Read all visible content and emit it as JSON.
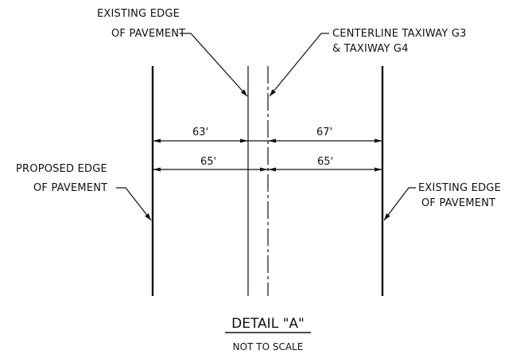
{
  "labels": {
    "existing_edge_top_line1": "EXISTING EDGE",
    "existing_edge_top_line2": "OF PAVEMENT",
    "centerline_line1": "CENTERLINE TAXIWAY G3",
    "centerline_line2": "& TAXIWAY G4",
    "proposed_edge_line1": "PROPOSED EDGE",
    "proposed_edge_line2": "OF PAVEMENT",
    "existing_edge_right_line1": "EXISTING EDGE",
    "existing_edge_right_line2": "OF PAVEMENT"
  },
  "dimensions": {
    "upper_left": "63'",
    "upper_right": "67'",
    "lower_left": "65'",
    "lower_right": "65'"
  },
  "title": {
    "detail": "DETAIL \"A\"",
    "scale_note": "NOT TO SCALE"
  },
  "colors": {
    "ink": "#111111",
    "background": "#ffffff"
  }
}
